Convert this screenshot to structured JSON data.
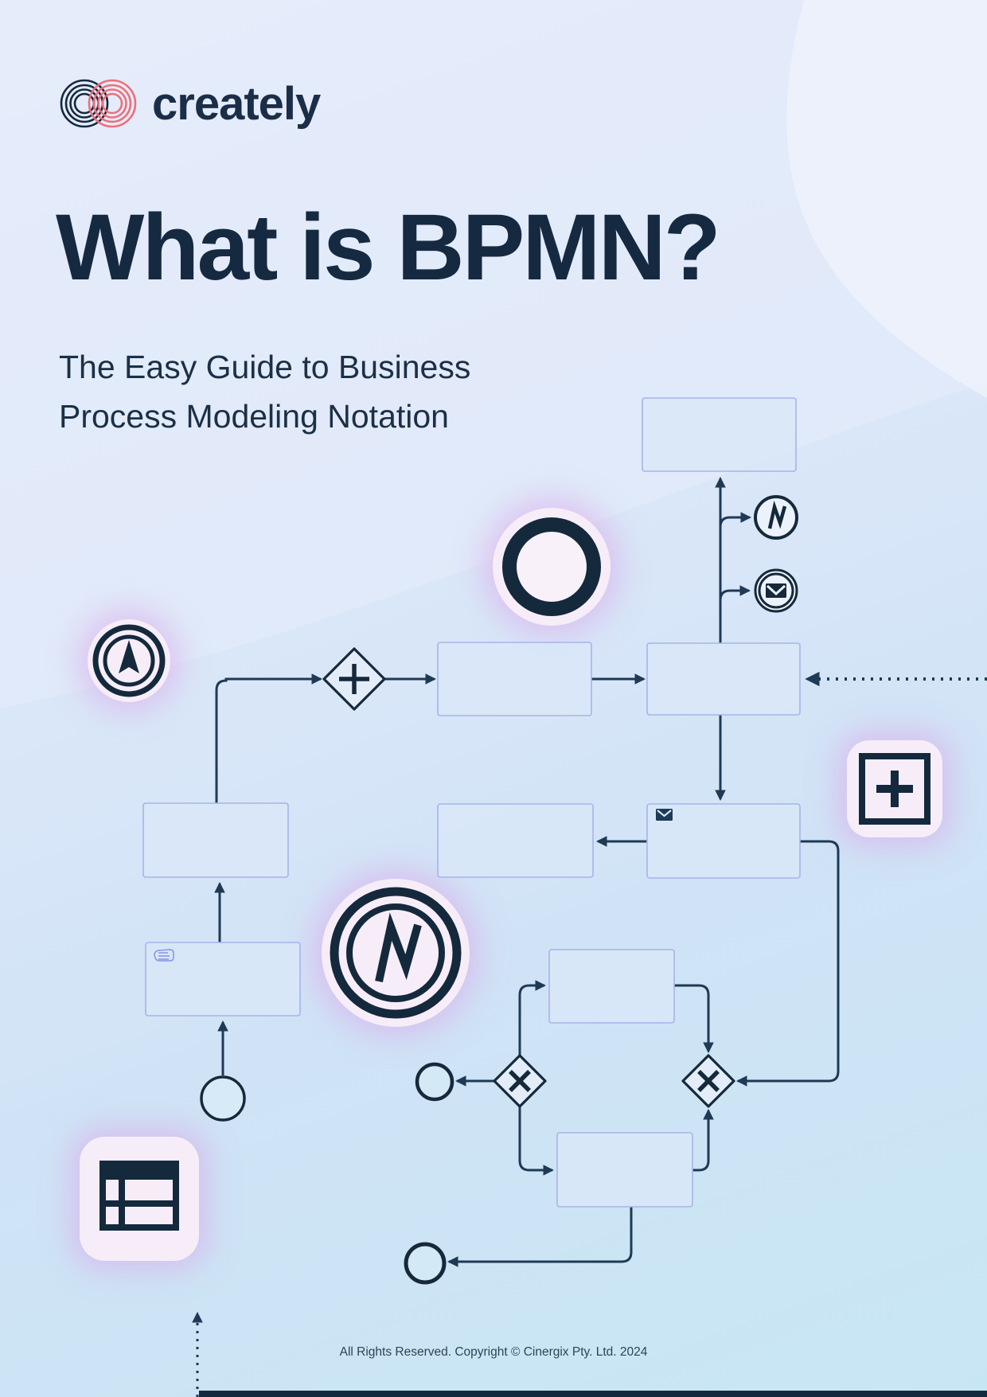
{
  "brand": {
    "logo_text": "creately",
    "logo_icon": "creately-infinity-rings-icon"
  },
  "hero": {
    "title": "What is BPMN?",
    "subtitle_line1": "The Easy Guide to Business",
    "subtitle_line2": "Process Modeling Notation"
  },
  "footer": {
    "text": "All Rights Reserved. Copyright © Cinergix Pty. Ltd. 2024"
  },
  "colors": {
    "navy": "#14293C",
    "coral": "#EE6F7A",
    "connector": "#1E3A54",
    "task_fill": "#D9E7F8",
    "task_border": "#A8B3E9",
    "gateway_fill": "#E2EDF9",
    "event_fill": "#E9F2FB",
    "badge_background": "#F7EDF9",
    "badge_glow": "#DBA6E9",
    "background_top": "#E4EBFA",
    "background_bottom": "#C7E6F3",
    "bottom_bar": "#132A3E"
  },
  "diagram": {
    "icons": [
      "compass-arrow-event-icon",
      "thick-ring-end-event-icon",
      "lightning-event-icon",
      "message-envelope-event-icon",
      "big-lightning-event-icon",
      "subprocess-plus-icon",
      "table-grid-icon",
      "manual-task-hand-icon",
      "message-task-envelope-icon"
    ],
    "shapes": {
      "task_count": 9,
      "parallel_gateway_count": 1,
      "exclusive_gateway_count": 2,
      "event_circle_count": 7
    }
  }
}
